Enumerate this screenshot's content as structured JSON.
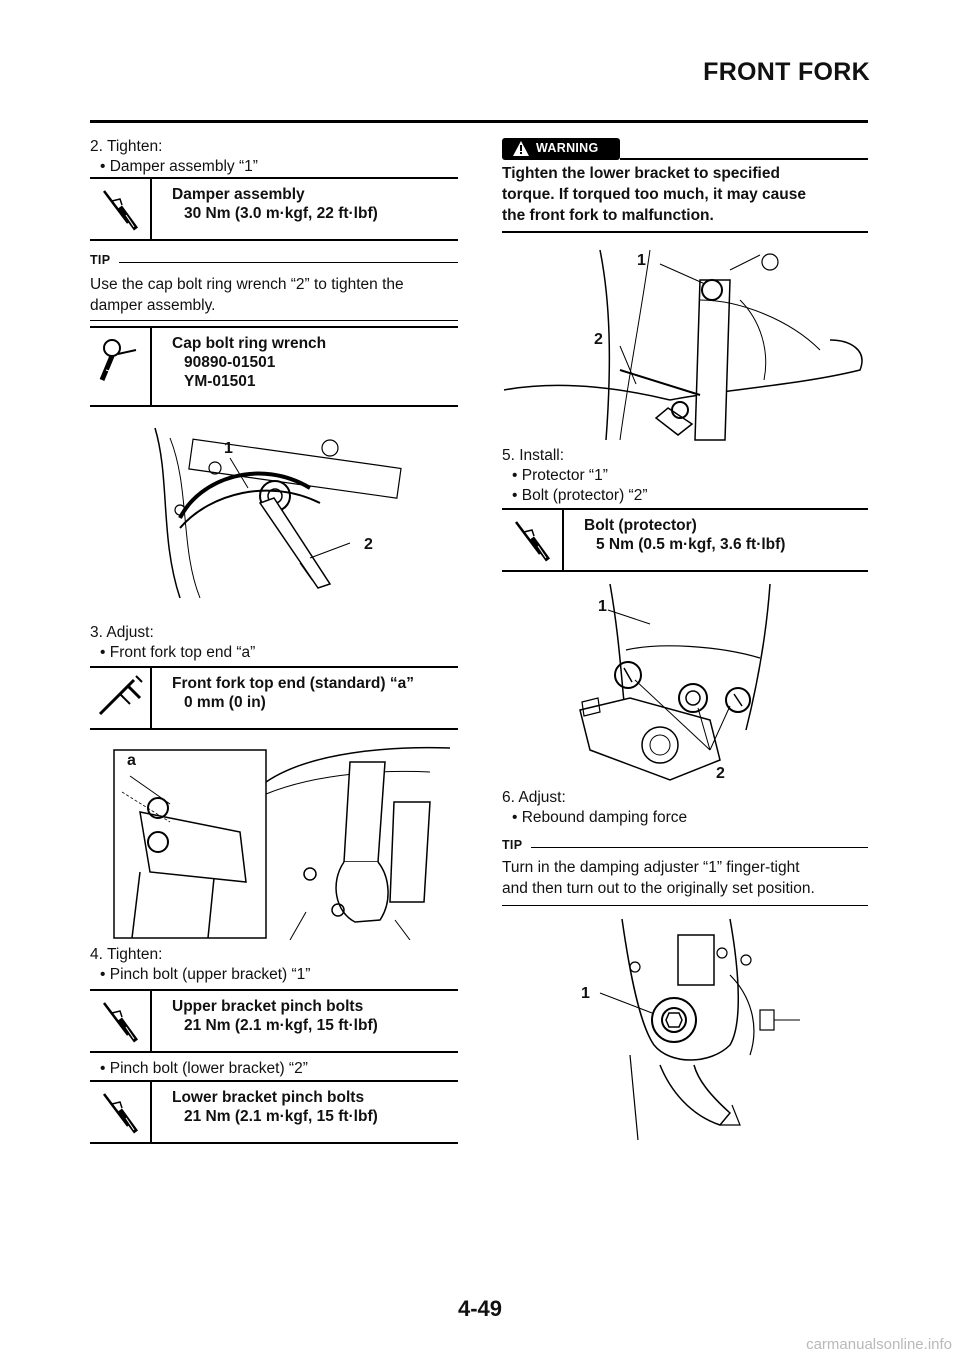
{
  "header": {
    "title": "FRONT FORK"
  },
  "left": {
    "step2": {
      "heading": "2.  Tighten:",
      "bullet": "• Damper assembly “1”"
    },
    "spec_damper": {
      "name": "Damper assembly",
      "value": "30 Nm (3.0 m·kgf, 22 ft·lbf)"
    },
    "tip1": {
      "label": "TIP",
      "text": "Use the cap bolt ring wrench “2” to tighten the damper assembly."
    },
    "tool": {
      "name": "Cap bolt ring wrench",
      "code1": "90890-01501",
      "code2": "YM-01501"
    },
    "fig1": {
      "c1": "1",
      "c2": "2"
    },
    "step3": {
      "heading": "3.  Adjust:",
      "bullet": "• Front fork top end “a”"
    },
    "spec_topend": {
      "name": "Front fork top end (standard) “a”",
      "value": "0 mm (0 in)"
    },
    "fig2": {
      "ca": "a"
    },
    "step4": {
      "heading": "4.  Tighten:",
      "bullet1": "• Pinch bolt (upper bracket) “1”",
      "bullet2": "• Pinch bolt (lower bracket) “2”"
    },
    "spec_upper": {
      "name": "Upper bracket pinch bolts",
      "value": "21 Nm (2.1 m·kgf, 15 ft·lbf)"
    },
    "spec_lower": {
      "name": "Lower bracket pinch bolts",
      "value": "21 Nm (2.1 m·kgf, 15 ft·lbf)"
    }
  },
  "right": {
    "warning": {
      "label": "WARNING",
      "line1": "Tighten the lower bracket to specified",
      "line2": "torque. If torqued too much, it may cause",
      "line3": "the front fork to malfunction."
    },
    "fig3": {
      "c1": "1",
      "c2": "2"
    },
    "step5": {
      "heading": "5.  Install:",
      "bullet1": "• Protector “1”",
      "bullet2": "• Bolt (protector) “2”"
    },
    "spec_protector": {
      "name": "Bolt (protector)",
      "value": "5 Nm (0.5 m·kgf, 3.6 ft·lbf)"
    },
    "fig4": {
      "c1": "1",
      "c2": "2"
    },
    "step6": {
      "heading": "6.  Adjust:",
      "bullet": "• Rebound damping force"
    },
    "tip2": {
      "label": "TIP",
      "line1": "Turn in the damping adjuster “1” finger-tight",
      "line2": "and then turn out to the originally set position."
    },
    "fig5": {
      "c1": "1"
    }
  },
  "footer": {
    "page_number": "4-49",
    "watermark": "carmanualsonline.info"
  }
}
